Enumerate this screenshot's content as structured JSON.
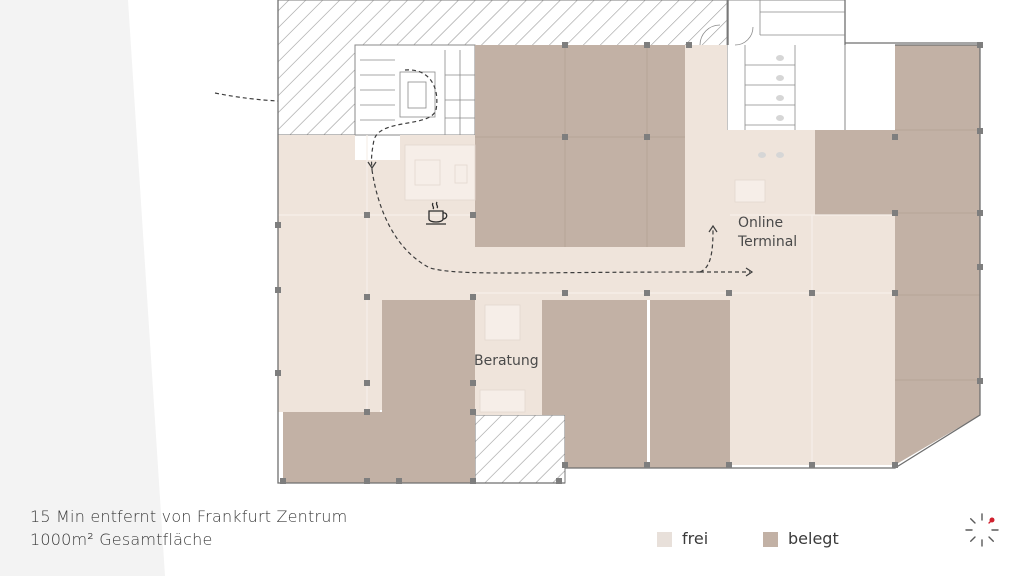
{
  "map": {
    "labels": {
      "online_terminal_line1": "Online",
      "online_terminal_line2": "Terminal",
      "beratung": "Beratung"
    },
    "icons": [
      "coffee-cup-icon"
    ],
    "legend": {
      "free": {
        "label": "frei",
        "color": "#e8e0da"
      },
      "occupied": {
        "label": "belegt",
        "color": "#c2b1a5"
      }
    },
    "colors": {
      "free_area": "#efe4db",
      "occupied_area": "#c2b1a5",
      "background_panel": "#f3f3f3",
      "walls": "#7a7a7a",
      "accent": "#d0202e"
    }
  },
  "captions": {
    "line1": "15 Min entfernt von Frankfurt Zentrum",
    "line2": "1000m² Gesamtfläche"
  }
}
